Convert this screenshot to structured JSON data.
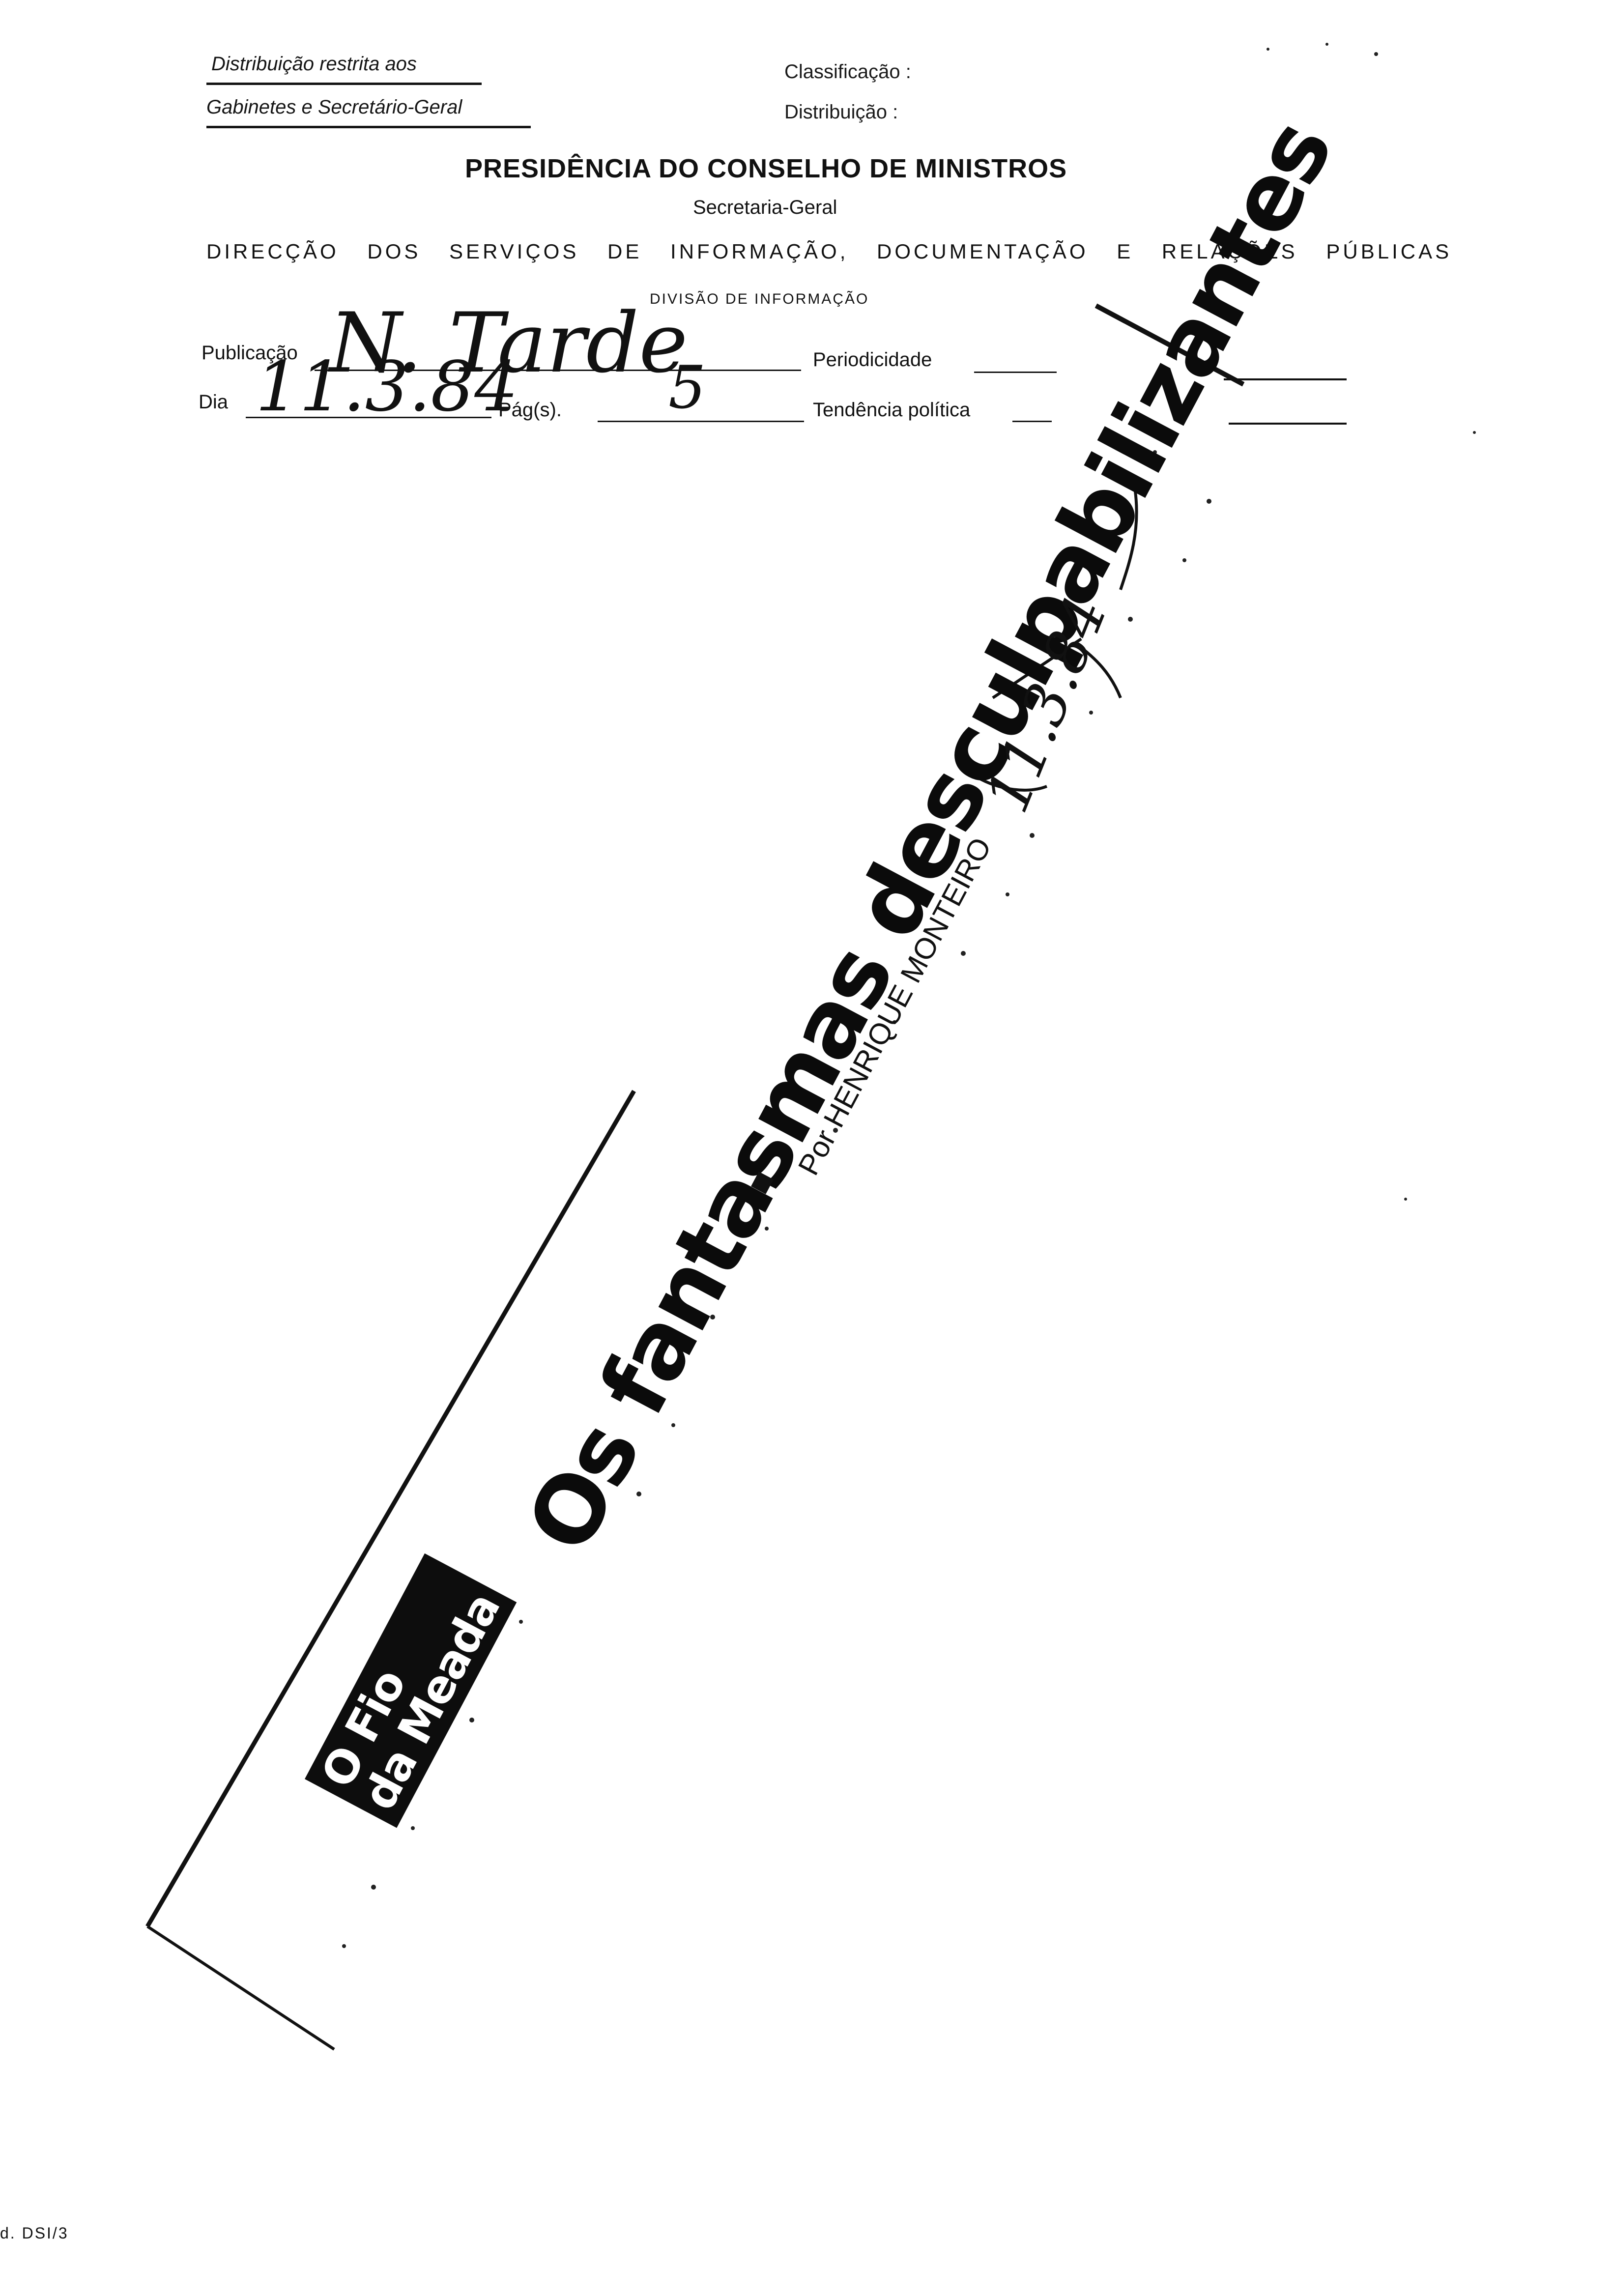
{
  "header": {
    "distribution_note_line1": "Distribuição restrita aos",
    "distribution_note_line2": "Gabinetes e Secretário-Geral",
    "classification_label": "Classificação :",
    "distribution_label": "Distribuição :"
  },
  "title": {
    "main": "PRESIDÊNCIA DO CONSELHO DE MINISTROS",
    "secretariat": "Secretaria-Geral",
    "direction": "DIRECÇÃO DOS SERVIÇOS DE INFORMAÇÃO, DOCUMENTAÇÃO E RELAÇÕES PÚBLICAS",
    "division": "DIVISÃO DE INFORMAÇÃO"
  },
  "form": {
    "publication_label": "Publicação",
    "publication_value": "N. Tarde",
    "periodicity_label": "Periodicidade",
    "day_label": "Dia",
    "day_value": "11.3.84",
    "pages_label": "Pág(s).",
    "pages_value": "5",
    "tendency_label": "Tendência política"
  },
  "clipping": {
    "headline": "Os fantasmas desculpabilizantes",
    "byline": "Por HENRIQUE MONTEIRO",
    "logo_line1": "O Fio",
    "logo_line2": "da Meada",
    "margin_annotation": "11.3.84"
  },
  "footer": {
    "form_code": "d. DSI/3"
  }
}
